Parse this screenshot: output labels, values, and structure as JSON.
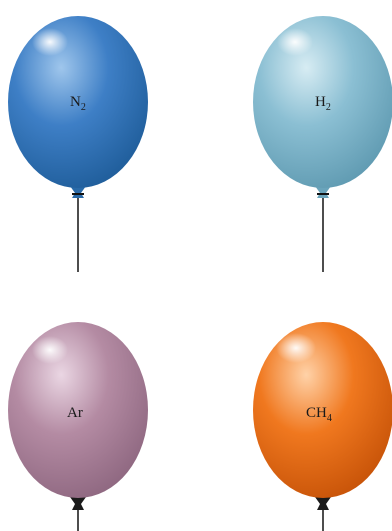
{
  "balloons": [
    {
      "label": "N",
      "subscript": "2",
      "colors": {
        "light": "#9fc6ec",
        "mid": "#3e7fc6",
        "dark": "#1f5d9a",
        "knot": "#2a6aa8"
      }
    },
    {
      "label": "H",
      "subscript": "2",
      "colors": {
        "light": "#d7ecf3",
        "mid": "#8bbfd3",
        "dark": "#5f9ab1",
        "knot": "#6aa4bb"
      }
    },
    {
      "label": "Ar",
      "subscript": "",
      "colors": {
        "light": "#ead6e3",
        "mid": "#b48ba3",
        "dark": "#8e6780",
        "knot": "#1a1a1a"
      }
    },
    {
      "label": "CH",
      "subscript": "4",
      "colors": {
        "light": "#ffd2a8",
        "mid": "#f0781f",
        "dark": "#c75308",
        "knot": "#1a1a1a"
      }
    }
  ]
}
